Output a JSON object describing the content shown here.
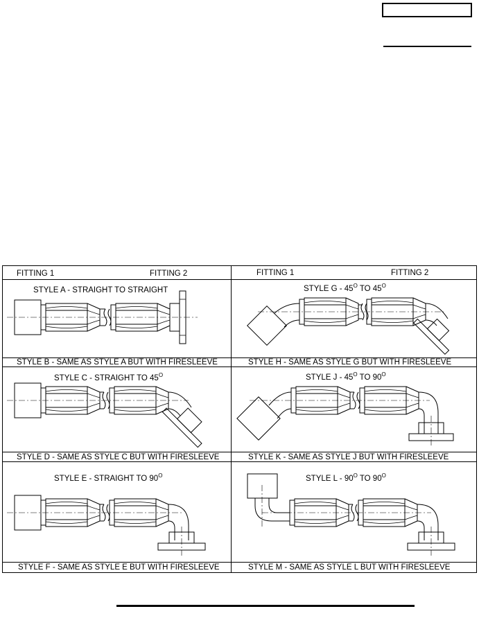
{
  "table": {
    "header_left": {
      "fitting1": "FITTING 1",
      "fitting2": "FITTING 2"
    },
    "header_right": {
      "fitting1": "FITTING 1",
      "fitting2": "FITTING 2"
    },
    "cells": [
      {
        "title": "STYLE A - STRAIGHT TO STRAIGHT",
        "footer": "STYLE B - SAME AS STYLE A BUT WITH FIRESLEEVE"
      },
      {
        "title_prefix": "STYLE G - 45",
        "title_mid": "TO 45",
        "degree": "O",
        "footer": "STYLE H - SAME AS STYLE G BUT WITH FIRESLEEVE"
      },
      {
        "title_prefix": "STYLE C - STRAIGHT TO 45",
        "degree": "O",
        "footer": "STYLE D - SAME AS STYLE C BUT WITH FIRESLEEVE"
      },
      {
        "title_prefix": "STYLE J - 45",
        "title_mid": "TO 90",
        "degree": "O",
        "footer": "STYLE K - SAME AS STYLE J BUT WITH FIRESLEEVE"
      },
      {
        "title_prefix": "STYLE E - STRAIGHT TO 90",
        "degree": "O",
        "footer": "STYLE F - SAME AS STYLE E BUT WITH FIRESLEEVE"
      },
      {
        "title_prefix": "STYLE L - 90",
        "title_mid": "TO 90",
        "degree": "O",
        "footer": "STYLE M - SAME AS STYLE L BUT WITH FIRESLEEVE"
      }
    ]
  }
}
